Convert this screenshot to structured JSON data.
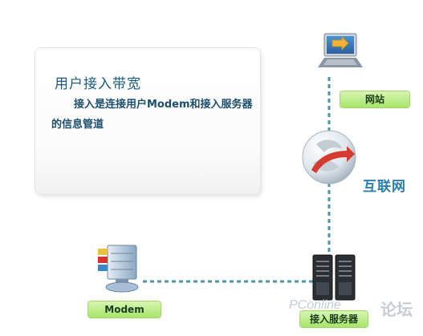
{
  "card": {
    "title": "用户接入带宽",
    "body": "接入是连接用户Modem和接入服务器的信息管道"
  },
  "nodes": {
    "website": "网站",
    "internet": "互联网",
    "modem": "Modem",
    "access_server": "接入服务器"
  },
  "watermark": {
    "brand": "PConline",
    "forum": "论坛"
  },
  "colors": {
    "link_line": "#4f93a5",
    "label_green": "#a8e46a",
    "title_blue": "#1c5a7a",
    "internet_blue": "#2a7fb0"
  },
  "icons": [
    "laptop-icon",
    "globe-icon",
    "modem-icon",
    "server-icon"
  ]
}
